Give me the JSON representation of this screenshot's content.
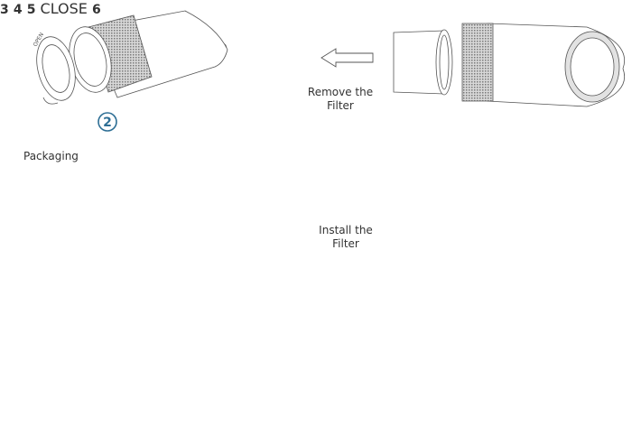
{
  "steps": {
    "s2": {
      "number": "2"
    },
    "s3": {
      "number": "3",
      "caption_line1": "Remove the",
      "caption_line2": "Filter"
    },
    "s4": {
      "number": "4",
      "callout": "Packaging"
    },
    "s5": {
      "number": "5",
      "caption_line1": "Install the",
      "caption_line2": "Filter"
    },
    "s6": {
      "number": "6"
    }
  },
  "ring_text": {
    "open": "OPEN",
    "close": "CLOSE"
  },
  "colors": {
    "step_number": "#2e6f95",
    "line": "#555555",
    "mesh": "#8a8a8a",
    "packaging": "#6e6e6e"
  }
}
